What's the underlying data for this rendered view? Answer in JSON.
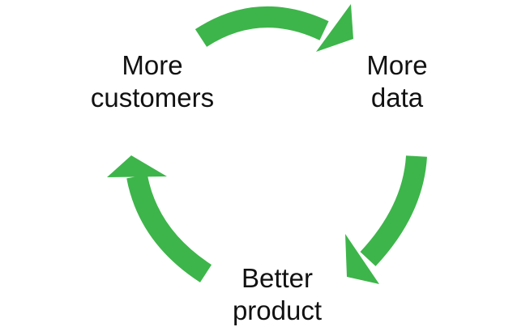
{
  "diagram": {
    "nodes": [
      {
        "id": "more-customers",
        "line1": "More",
        "line2": "customers"
      },
      {
        "id": "more-data",
        "line1": "More",
        "line2": "data"
      },
      {
        "id": "better-product",
        "line1": "Better",
        "line2": "product"
      }
    ],
    "edges": [
      {
        "from": "more-customers",
        "to": "more-data"
      },
      {
        "from": "more-data",
        "to": "better-product"
      },
      {
        "from": "better-product",
        "to": "more-customers"
      }
    ],
    "arrow_color": "#3db54a",
    "text_color": "#111111"
  }
}
